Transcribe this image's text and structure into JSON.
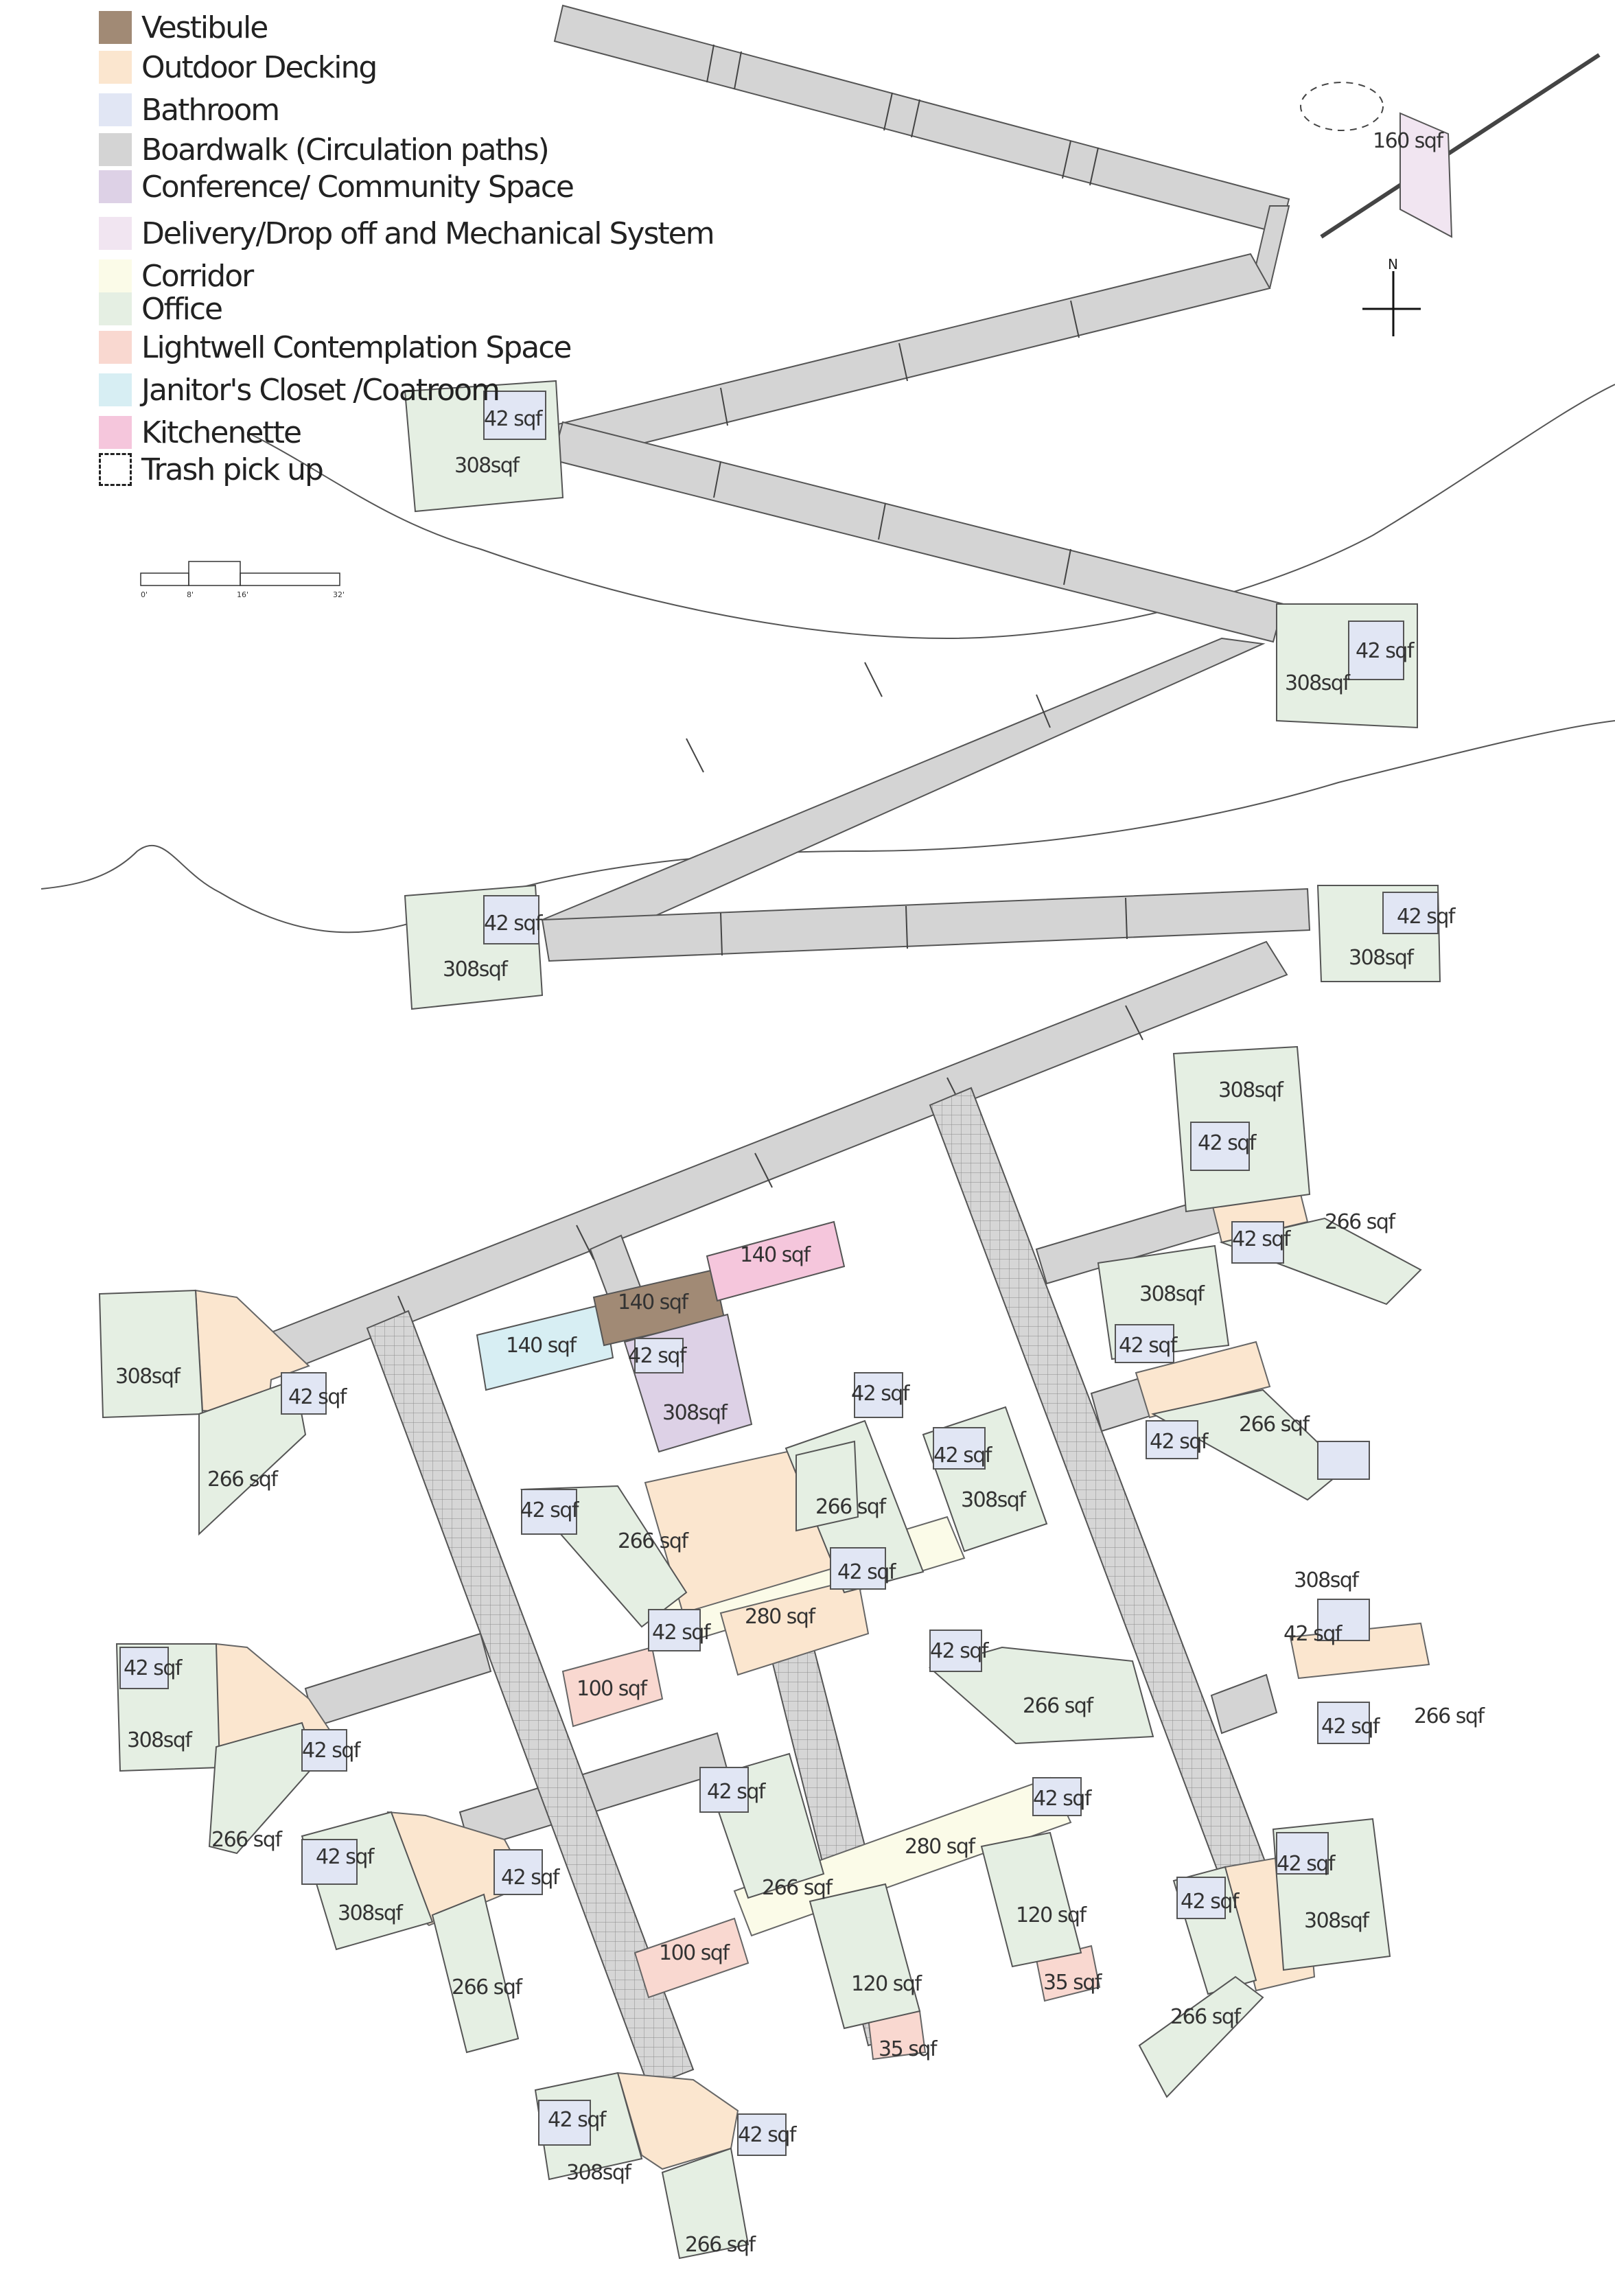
{
  "legend": [
    {
      "label": "Vestibule",
      "color": "#a18a75",
      "dashed": false
    },
    {
      "label": "Outdoor Decking",
      "color": "#fbe6cf",
      "dashed": false
    },
    {
      "label": "Bathroom",
      "color": "#e1e6f4",
      "dashed": false
    },
    {
      "label": "Boardwalk (Circulation paths)",
      "color": "#d4d4d4",
      "dashed": false
    },
    {
      "label": "Conference/ Community Space",
      "color": "#ddd1e6",
      "dashed": false
    },
    {
      "label": "Delivery/Drop off and Mechanical System",
      "color": "#f1e5f1",
      "dashed": false
    },
    {
      "label": "Corridor",
      "color": "#fbfbe8",
      "dashed": false
    },
    {
      "label": "Office",
      "color": "#e5efe3",
      "dashed": false
    },
    {
      "label": "Lightwell Contemplation Space",
      "color": "#f9d8d0",
      "dashed": false
    },
    {
      "label": "Janitor's Closet /Coatroom",
      "color": "#d7eef3",
      "dashed": false
    },
    {
      "label": "Kitchenette",
      "color": "#f5c6dc",
      "dashed": false
    },
    {
      "label": "Trash pick up",
      "color": "#ffffff",
      "dashed": true
    }
  ],
  "scale_bar": {
    "ticks": [
      "0'",
      "8'",
      "16'",
      "32'"
    ]
  },
  "north_arrow": {
    "label": "N"
  },
  "area_labels": [
    "160 sqf",
    "42 sqf",
    "308sqf",
    "42 sqf",
    "308sqf",
    "42 sqf",
    "308sqf",
    "42 sqf",
    "308sqf",
    "308sqf",
    "42 sqf",
    "42 sqf",
    "266 sqf",
    "140 sqf",
    "140 sqf",
    "140 sqf",
    "42 sqf",
    "308sqf",
    "308sqf",
    "42 sqf",
    "42 sqf",
    "266 sqf",
    "308sqf",
    "42 sqf",
    "266 sqf",
    "42 sqf",
    "266 sqf",
    "42 sqf",
    "266 sqf",
    "42 sqf",
    "308sqf",
    "42 sqf",
    "280 sqf",
    "100 sqf",
    "42 sqf",
    "308sqf",
    "42 sqf",
    "42 sqf",
    "266 sqf",
    "42 sqf",
    "266 sqf",
    "42 sqf",
    "308sqf",
    "42 sqf",
    "266 sqf",
    "42 sqf",
    "308sqf",
    "42 sqf",
    "266 sqf",
    "42 sqf",
    "42 sqf",
    "280 sqf",
    "266 sqf",
    "100 sqf",
    "120 sqf",
    "35 sqf",
    "120 sqf",
    "35 sqf",
    "42 sqf",
    "42 sqf",
    "308sqf",
    "266 sqf",
    "42 sqf",
    "308sqf",
    "42 sqf",
    "266 sqf"
  ]
}
